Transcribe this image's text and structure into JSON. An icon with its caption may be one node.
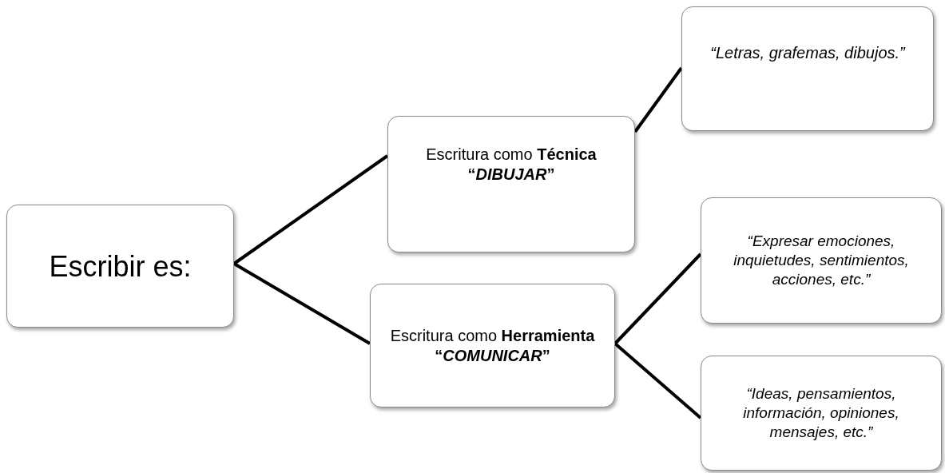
{
  "diagram": {
    "nodes": [
      {
        "text": [
          "Escribir es:"
        ]
      },
      {
        "text": [
          "Escritura como **Técnica**",
          "“*DIBUJAR*”"
        ]
      },
      {
        "text": [
          "Escritura como **Herramienta**",
          "“*COMUNICAR*”"
        ]
      },
      {
        "text": [
          "“Letras, grafemas, dibujos.”"
        ]
      },
      {
        "text": [
          "“Expresar emociones, inquietudes, sentimientos, acciones, etc.”"
        ]
      },
      {
        "text": [
          "“Ideas, pensamientos, información, opiniones, mensajes, etc.”"
        ]
      }
    ],
    "edges": [
      {
        "from": 0,
        "to": 1,
        "arrow": "none"
      },
      {
        "from": 0,
        "to": 2,
        "arrow": "none"
      },
      {
        "from": 1,
        "to": 3,
        "arrow": "none"
      },
      {
        "from": 2,
        "to": 4,
        "arrow": "none"
      },
      {
        "from": 2,
        "to": 5,
        "arrow": "none"
      }
    ]
  }
}
